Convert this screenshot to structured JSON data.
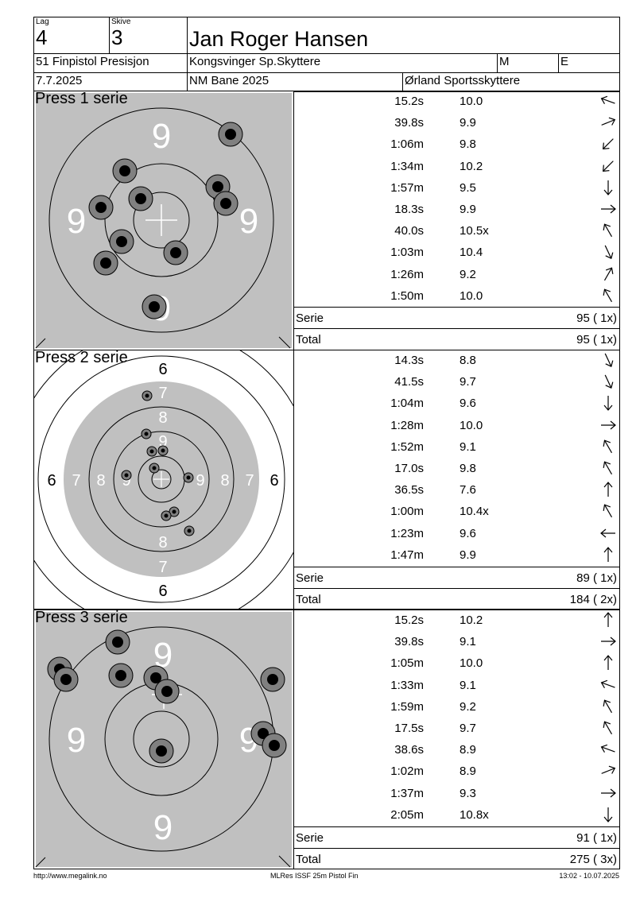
{
  "header": {
    "lag_label": "Lag",
    "lag_value": "4",
    "skive_label": "Skive",
    "skive_value": "3",
    "shooter_name": "Jan Roger Hansen",
    "class_name": "51 Finpistol Presisjon",
    "club": "Kongsvinger Sp.Skyttere",
    "col_m": "M",
    "col_e": "E",
    "date": "7.7.2025",
    "event": "NM Bane 2025",
    "organizer": "Ørland Sportsskyttere"
  },
  "series": [
    {
      "title": "Press 1 serie",
      "target_type": "precision-zoomed",
      "ring_numbers": [
        "9",
        "9",
        "9",
        "9"
      ],
      "shots": [
        {
          "time": "15.2s",
          "score": "10.0",
          "dir": "left-up"
        },
        {
          "time": "39.8s",
          "score": "9.9",
          "dir": "right-up"
        },
        {
          "time": "1:06m",
          "score": "9.8",
          "dir": "left-down"
        },
        {
          "time": "1:34m",
          "score": "10.2",
          "dir": "left-down"
        },
        {
          "time": "1:57m",
          "score": "9.5",
          "dir": "down"
        },
        {
          "time": "18.3s",
          "score": "9.9",
          "dir": "right"
        },
        {
          "time": "40.0s",
          "score": "10.5x",
          "dir": "up-left"
        },
        {
          "time": "1:03m",
          "score": "10.4",
          "dir": "down-right"
        },
        {
          "time": "1:26m",
          "score": "9.2",
          "dir": "up-right"
        },
        {
          "time": "1:50m",
          "score": "10.0",
          "dir": "up-left"
        }
      ],
      "serie_label": "Serie",
      "serie_value": "95 ( 1x)",
      "total_label": "Total",
      "total_value": "95 ( 1x)"
    },
    {
      "title": "Press 2 serie",
      "target_type": "precision-full",
      "ring_numbers": [
        "6",
        "7",
        "8",
        "9"
      ],
      "shots": [
        {
          "time": "14.3s",
          "score": "8.8",
          "dir": "down-right"
        },
        {
          "time": "41.5s",
          "score": "9.7",
          "dir": "down-right"
        },
        {
          "time": "1:04m",
          "score": "9.6",
          "dir": "down"
        },
        {
          "time": "1:28m",
          "score": "10.0",
          "dir": "right"
        },
        {
          "time": "1:52m",
          "score": "9.1",
          "dir": "up-left"
        },
        {
          "time": "17.0s",
          "score": "9.8",
          "dir": "up-left"
        },
        {
          "time": "36.5s",
          "score": "7.6",
          "dir": "up"
        },
        {
          "time": "1:00m",
          "score": "10.4x",
          "dir": "up-left"
        },
        {
          "time": "1:23m",
          "score": "9.6",
          "dir": "left"
        },
        {
          "time": "1:47m",
          "score": "9.9",
          "dir": "up"
        }
      ],
      "serie_label": "Serie",
      "serie_value": "89 ( 1x)",
      "total_label": "Total",
      "total_value": "184 ( 2x)"
    },
    {
      "title": "Press 3 serie",
      "target_type": "precision-zoomed",
      "ring_numbers": [
        "9",
        "9",
        "9",
        "9"
      ],
      "shots": [
        {
          "time": "15.2s",
          "score": "10.2",
          "dir": "up"
        },
        {
          "time": "39.8s",
          "score": "9.1",
          "dir": "right"
        },
        {
          "time": "1:05m",
          "score": "10.0",
          "dir": "up"
        },
        {
          "time": "1:33m",
          "score": "9.1",
          "dir": "left-up"
        },
        {
          "time": "1:59m",
          "score": "9.2",
          "dir": "up-left"
        },
        {
          "time": "17.5s",
          "score": "9.7",
          "dir": "up-left"
        },
        {
          "time": "38.6s",
          "score": "8.9",
          "dir": "left-up"
        },
        {
          "time": "1:02m",
          "score": "8.9",
          "dir": "right-up"
        },
        {
          "time": "1:37m",
          "score": "9.3",
          "dir": "right"
        },
        {
          "time": "2:05m",
          "score": "10.8x",
          "dir": "down"
        }
      ],
      "serie_label": "Serie",
      "serie_value": "91 ( 1x)",
      "total_label": "Total",
      "total_value": "275 ( 3x)"
    }
  ],
  "footer": {
    "url": "http://www.megalink.no",
    "software": "MLRes ISSF 25m Pistol Fin",
    "timestamp": "13:02 - 10.07.2025"
  },
  "colors": {
    "target_gray": "#c0c0c0",
    "hole_ring": "#808080",
    "hole_center": "#000000"
  }
}
